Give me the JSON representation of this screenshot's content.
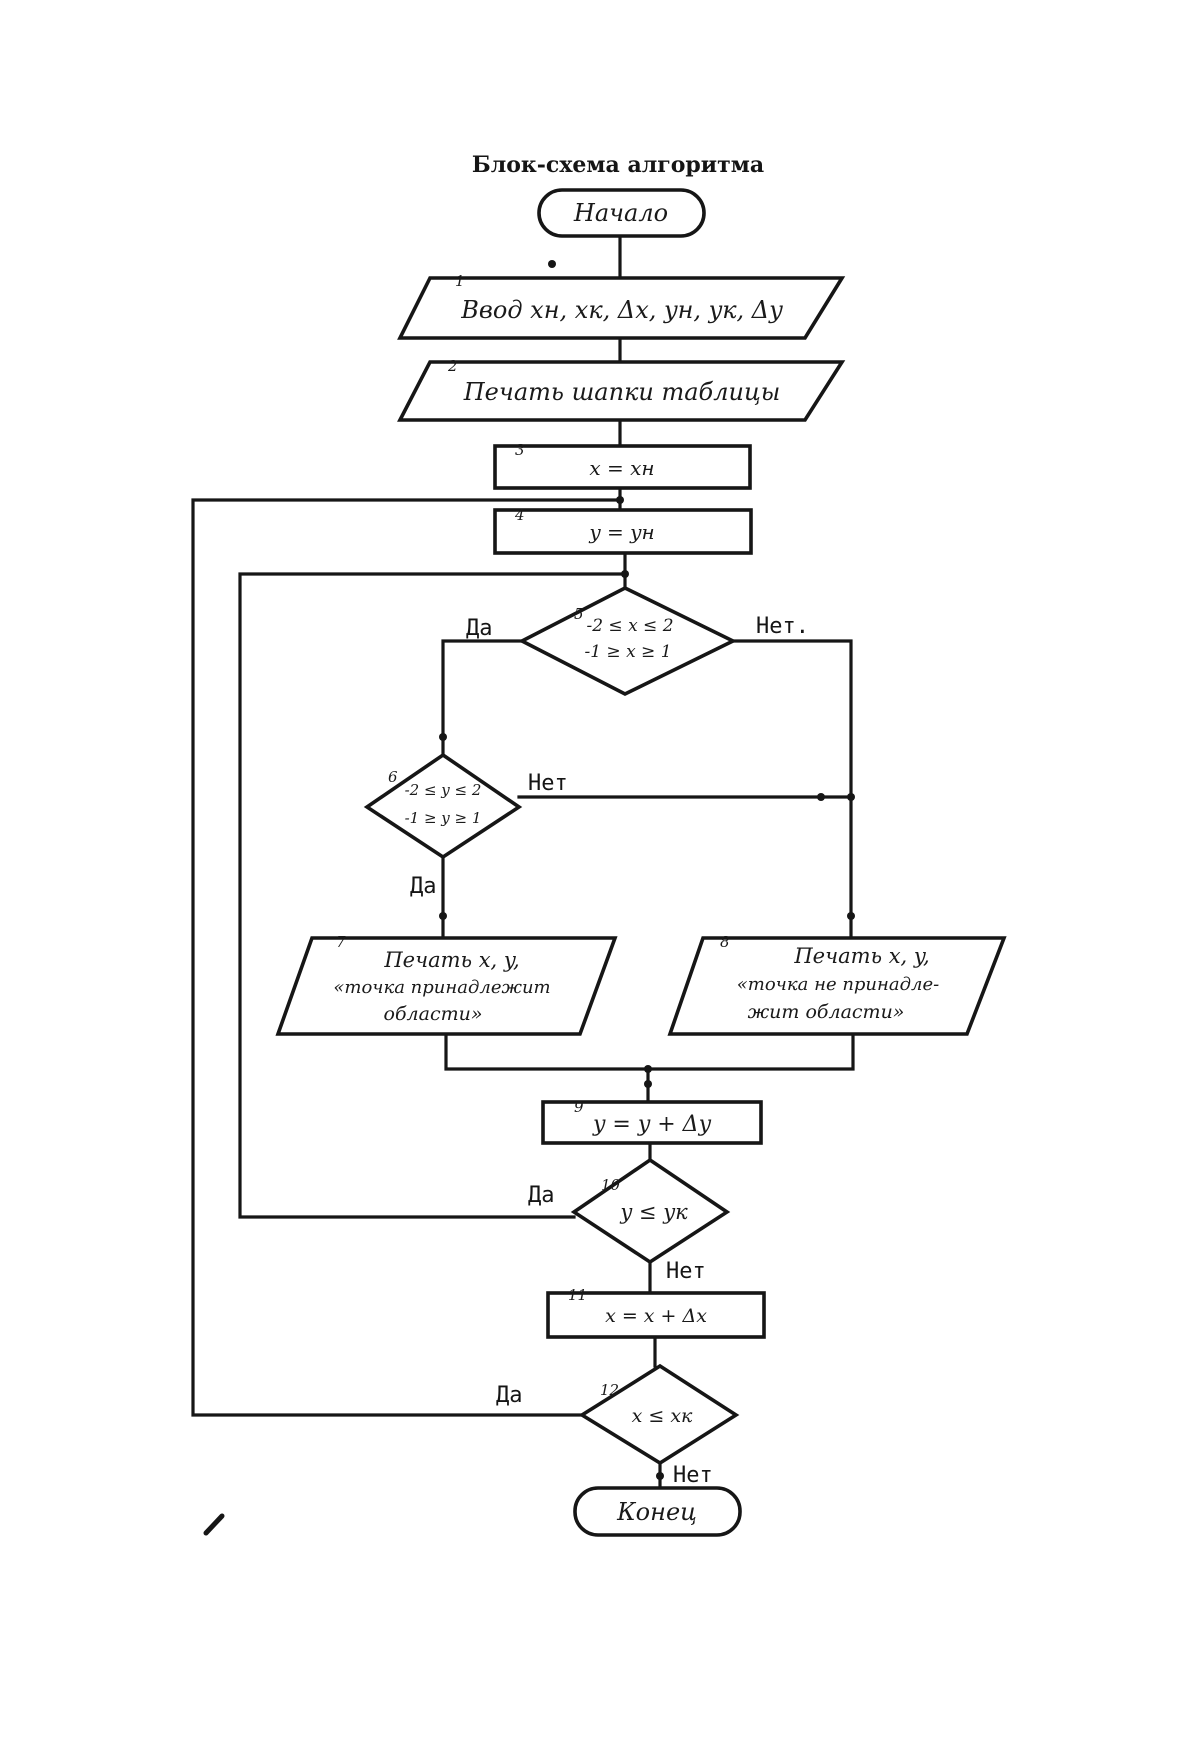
{
  "title": "Блок-схема алгоритма",
  "blocks": {
    "start": "Начало",
    "input": {
      "num": "1",
      "text": "Ввод xн, xк, Δx, yн, yк, Δy"
    },
    "header": {
      "num": "2",
      "text": "Печать шапки таблицы"
    },
    "init_x": {
      "num": "3",
      "text": "x = xн"
    },
    "init_y": {
      "num": "4",
      "text": "y = yн"
    },
    "cond_x": {
      "num": "5",
      "line1": "-2 ≤ x ≤ 2",
      "line2": "-1 ≥ x ≥ 1"
    },
    "cond_y": {
      "num": "6",
      "line1": "-2 ≤ y ≤ 2",
      "line2": "-1 ≥ y ≥ 1"
    },
    "print_in": {
      "num": "7",
      "line1": "Печать  x, y,",
      "line2": "«точка принадлежит",
      "line3": "области»"
    },
    "print_out": {
      "num": "8",
      "line1": "Печать x, y,",
      "line2": "«точка не принадле-",
      "line3": "жит области»"
    },
    "step_y": {
      "num": "9",
      "text": "y = y + Δy"
    },
    "cond_yk": {
      "num": "10",
      "text": "y ≤ yк"
    },
    "step_x": {
      "num": "11",
      "text": "x = x + Δx"
    },
    "cond_xk": {
      "num": "12",
      "text": "x ≤ xк"
    },
    "end": "Конец"
  },
  "labels": {
    "yes": "Да",
    "no": "Нет",
    "no_dot": "Нет."
  }
}
